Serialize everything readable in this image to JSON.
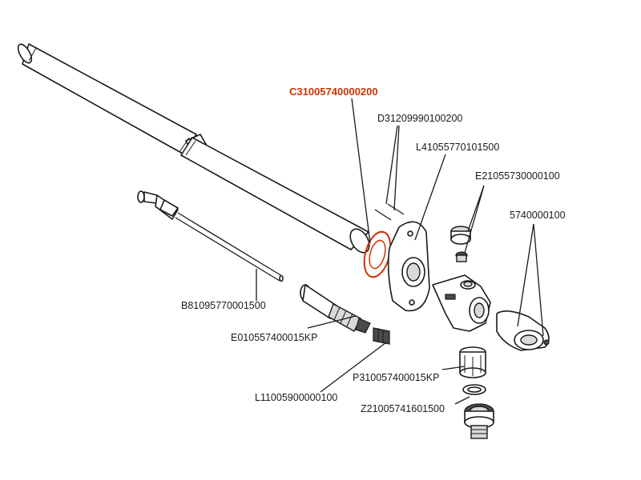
{
  "colors": {
    "highlight": "#cc3300",
    "line": "#1a1a1a",
    "background": "#ffffff"
  },
  "parts": [
    {
      "id": "washer",
      "label": "C31005740000200",
      "highlighted": true
    },
    {
      "id": "screw",
      "label": "D31209990100200",
      "highlighted": false
    },
    {
      "id": "flange",
      "label": "L41055770101500",
      "highlighted": false
    },
    {
      "id": "vacuum-breaker",
      "label": "E21055730000100",
      "highlighted": false
    },
    {
      "id": "cap",
      "label": "5740000100",
      "highlighted": false
    },
    {
      "id": "rod",
      "label": "B81095770001500",
      "highlighted": false
    },
    {
      "id": "cartridge",
      "label": "E010557400015KP",
      "highlighted": false
    },
    {
      "id": "seat",
      "label": "L11005900000100",
      "highlighted": false
    },
    {
      "id": "adapter",
      "label": "P310057400015KP",
      "highlighted": false
    },
    {
      "id": "connector",
      "label": "Z21005741601500",
      "highlighted": false
    }
  ]
}
